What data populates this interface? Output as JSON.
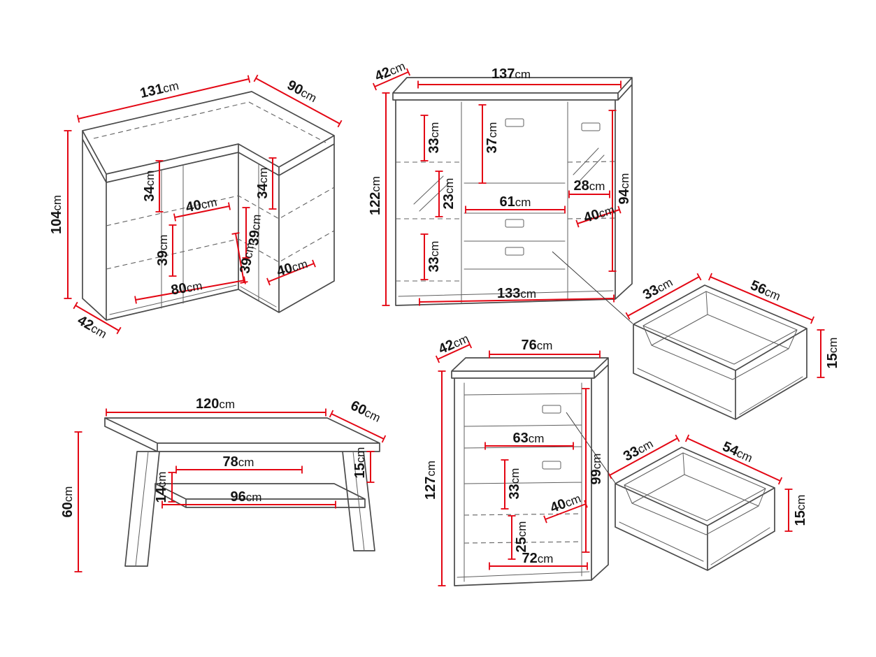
{
  "colors": {
    "dimension_line": "#e30613",
    "outline": "#4a4a4a",
    "label": "#141414",
    "background": "#ffffff"
  },
  "pieces": {
    "corner_tv_stand": {
      "dims": {
        "top_left_width": {
          "v": "131",
          "u": "cm"
        },
        "top_right_width": {
          "v": "90",
          "u": "cm"
        },
        "height": {
          "v": "104",
          "u": "cm"
        },
        "depth": {
          "v": "42",
          "u": "cm"
        },
        "left_shelf_gap": {
          "v": "34",
          "u": "cm"
        },
        "right_shelf_gap": {
          "v": "34",
          "u": "cm"
        },
        "center_width": {
          "v": "40",
          "u": "cm"
        },
        "shelf_gap_a": {
          "v": "39",
          "u": "cm"
        },
        "shelf_gap_b": {
          "v": "39",
          "u": "cm"
        },
        "shelf_gap_c": {
          "v": "39",
          "u": "cm"
        },
        "right_inner_width": {
          "v": "40",
          "u": "cm"
        },
        "left_inner_width": {
          "v": "80",
          "u": "cm"
        }
      }
    },
    "sideboard": {
      "dims": {
        "depth": {
          "v": "42",
          "u": "cm"
        },
        "width": {
          "v": "137",
          "u": "cm"
        },
        "height": {
          "v": "122",
          "u": "cm"
        },
        "left_top_gap": {
          "v": "33",
          "u": "cm"
        },
        "center_top_gap": {
          "v": "37",
          "u": "cm"
        },
        "left_mid_gap": {
          "v": "23",
          "u": "cm"
        },
        "center_width": {
          "v": "61",
          "u": "cm"
        },
        "right_top_gap": {
          "v": "28",
          "u": "cm"
        },
        "right_inner_height": {
          "v": "94",
          "u": "cm"
        },
        "inner_depth": {
          "v": "40",
          "u": "cm"
        },
        "left_bottom_gap": {
          "v": "33",
          "u": "cm"
        },
        "inner_width": {
          "v": "133",
          "u": "cm"
        }
      }
    },
    "drawer_large": {
      "dims": {
        "depth": {
          "v": "33",
          "u": "cm"
        },
        "width": {
          "v": "56",
          "u": "cm"
        },
        "height": {
          "v": "15",
          "u": "cm"
        }
      }
    },
    "drawer_small": {
      "dims": {
        "depth": {
          "v": "33",
          "u": "cm"
        },
        "width": {
          "v": "54",
          "u": "cm"
        },
        "height": {
          "v": "15",
          "u": "cm"
        }
      }
    },
    "coffee_table": {
      "dims": {
        "width": {
          "v": "120",
          "u": "cm"
        },
        "depth": {
          "v": "60",
          "u": "cm"
        },
        "height": {
          "v": "60",
          "u": "cm"
        },
        "top_shelf_gap": {
          "v": "15",
          "u": "cm"
        },
        "inner_span": {
          "v": "78",
          "u": "cm"
        },
        "shelf_thickness": {
          "v": "14",
          "u": "cm"
        },
        "shelf_width": {
          "v": "96",
          "u": "cm"
        }
      }
    },
    "highboard": {
      "dims": {
        "depth": {
          "v": "42",
          "u": "cm"
        },
        "width": {
          "v": "76",
          "u": "cm"
        },
        "height": {
          "v": "127",
          "u": "cm"
        },
        "inner_width": {
          "v": "63",
          "u": "cm"
        },
        "inner_height": {
          "v": "99",
          "u": "cm"
        },
        "shelf_gap_a": {
          "v": "33",
          "u": "cm"
        },
        "inner_depth": {
          "v": "40",
          "u": "cm"
        },
        "shelf_gap_b": {
          "v": "25",
          "u": "cm"
        },
        "bottom_inner_width": {
          "v": "72",
          "u": "cm"
        }
      }
    }
  }
}
